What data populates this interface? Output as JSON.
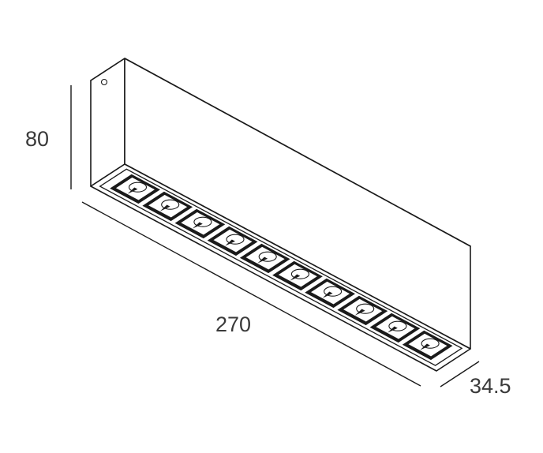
{
  "dimensions": {
    "height": "80",
    "length": "270",
    "depth": "34.5"
  },
  "fixture": {
    "cell_count": 10
  },
  "colors": {
    "line": "#1a1a1a",
    "label": "#3a3a3a",
    "background": "#ffffff"
  }
}
